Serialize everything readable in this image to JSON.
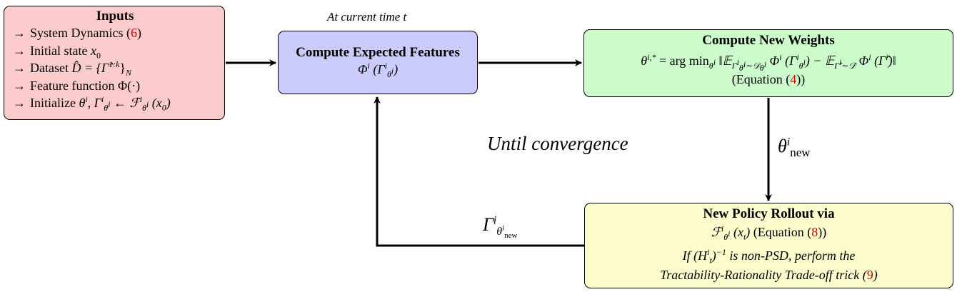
{
  "inputs": {
    "title": "Inputs",
    "item1_text": "System Dynamics (",
    "item1_ref": "6",
    "item1_close": ")",
    "item2_text": "Initial state ",
    "item2_math": "x",
    "item2_sub": "0",
    "item3_text": "Dataset ",
    "item3_math": "D̂ = {Γ̂",
    "item3_sup": "1:k",
    "item3_close": "}",
    "item3_sub": "N",
    "item4_text": "Feature function ",
    "item4_math": "Φ(·)",
    "item5_text": "Initialize ",
    "item5_math": "θ^i, Γ^i_{θ^i} ← F^i_{θ^i}(x_0)"
  },
  "top_label": "At current time t",
  "expected": {
    "title": "Compute Expected Features",
    "formula": "Φ^i (Γ^i_{θ^i})"
  },
  "weights": {
    "title": "Compute New Weights",
    "formula": "θ^{i,*} = arg min_{θ^i} ‖E_{Γ^i_{θ^i}∼D_{θ^i}} Φ^i(Γ^i_{θ^i}) − E_{Γ̂^i∼D̂} Φ^i(Γ̂^i)‖",
    "eq_prefix": "(Equation (",
    "eq_ref": "4",
    "eq_suffix": "))"
  },
  "loop_label": "Until convergence",
  "theta_label": "θ^i_new",
  "gamma_label": "Γ^i_{θ^i_new}",
  "rollout": {
    "title": "New Policy Rollout via",
    "formula_prefix": "F^i_{θ^i}(x_t)",
    "eq_prefix": " (Equation (",
    "eq_ref": "8",
    "eq_suffix": "))",
    "note_line1_prefix": "If ",
    "note_line1_math": "(H^i_t)^{−1}",
    "note_line1_suffix": " is non-PSD, perform the",
    "note_line2_text": "Tractability-Rationality Trade-off trick (",
    "note_line2_ref": "9",
    "note_line2_close": ")"
  },
  "colors": {
    "inputs_fill": "#fccccc",
    "expected_fill": "#ccccfc",
    "weights_fill": "#ccfccc",
    "rollout_fill": "#fcfccc",
    "ref": "#e00000"
  }
}
